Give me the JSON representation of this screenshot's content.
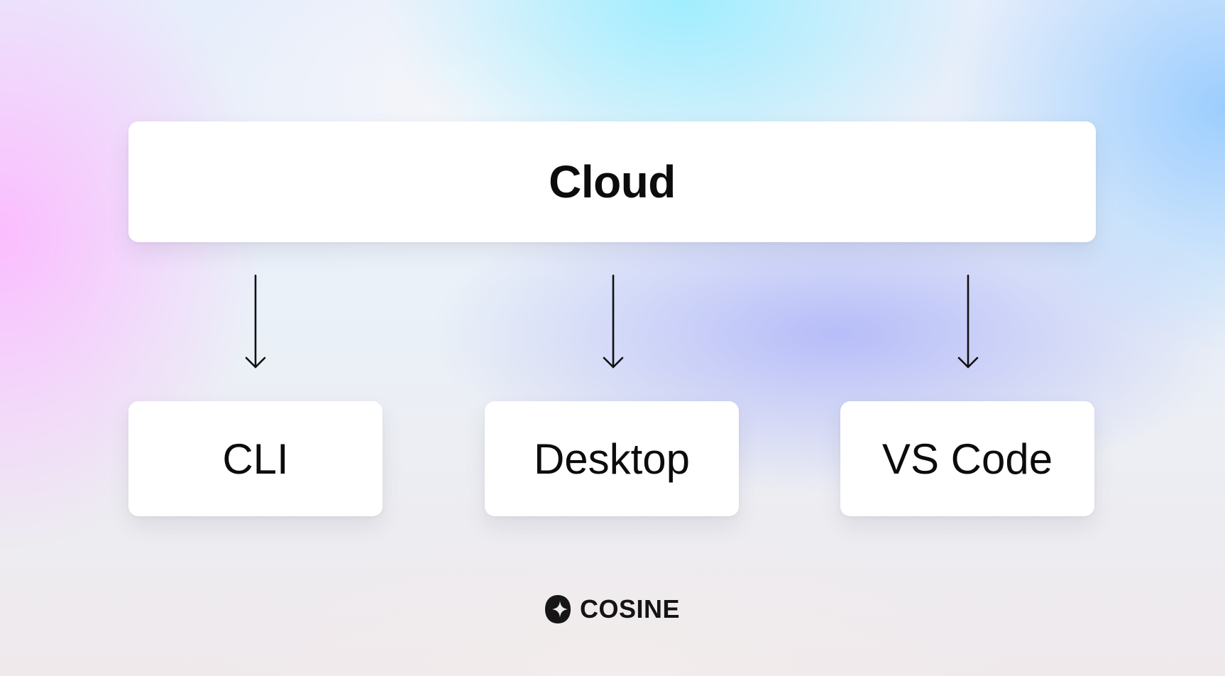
{
  "diagram": {
    "root": {
      "label": "Cloud"
    },
    "children": [
      {
        "label": "CLI"
      },
      {
        "label": "Desktop"
      },
      {
        "label": "VS Code"
      }
    ],
    "edges": [
      {
        "from": "Cloud",
        "to": "CLI"
      },
      {
        "from": "Cloud",
        "to": "Desktop"
      },
      {
        "from": "Cloud",
        "to": "VS Code"
      }
    ]
  },
  "brand": {
    "name": "COSINE",
    "icon": "cosine-logo-icon"
  },
  "colors": {
    "text": "#0c0c0c",
    "card": "#ffffff",
    "arrow": "#111111"
  }
}
